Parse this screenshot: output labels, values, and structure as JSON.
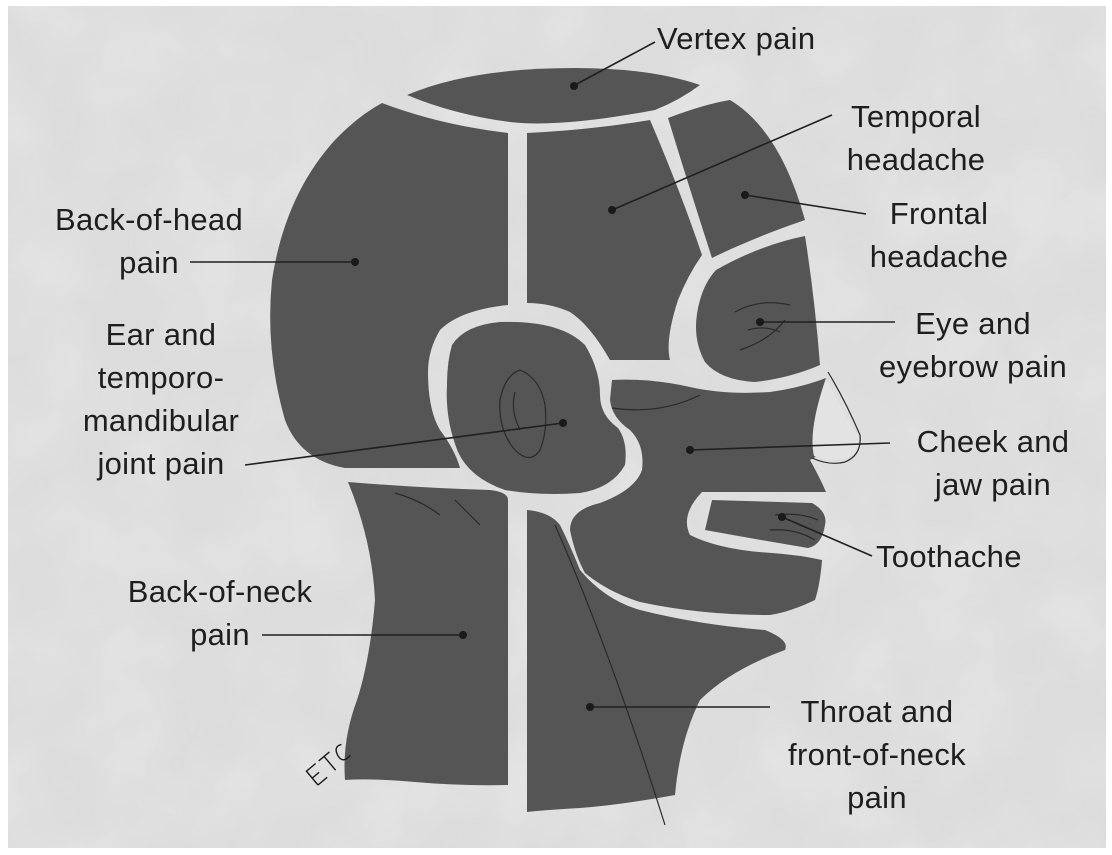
{
  "diagram": {
    "labels": {
      "vertex": "Vertex pain",
      "temporal": "Temporal\nheadache",
      "frontal": "Frontal\nheadache",
      "back_of_head": "Back-of-head\npain",
      "eye": "Eye and\neyebrow pain",
      "ear": "Ear and\ntemporo-\nmandibular\njoint pain",
      "cheek": "Cheek and\njaw pain",
      "toothache": "Toothache",
      "back_of_neck": "Back-of-neck\npain",
      "throat": "Throat and\nfront-of-neck\npain"
    },
    "signature": "ETC",
    "colors": {
      "region_fill": "#555555",
      "divider": "#e8e8e8",
      "background": "#d9d9d9",
      "text": "#1e1e1e"
    }
  }
}
